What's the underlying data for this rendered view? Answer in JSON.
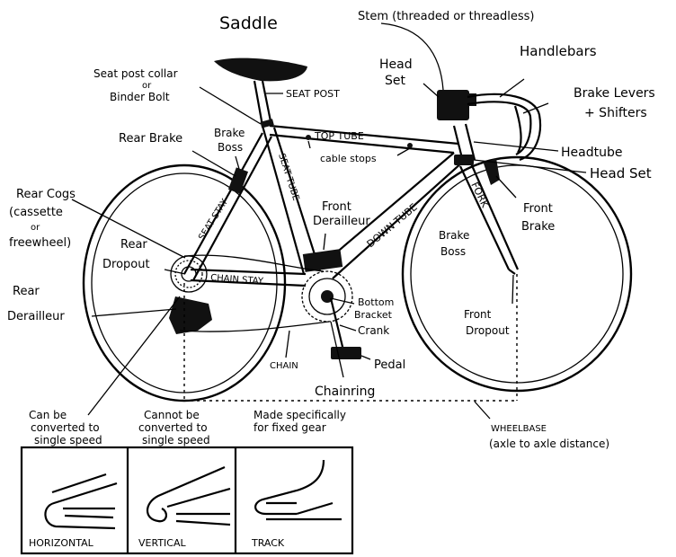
{
  "labels": {
    "saddle": "Saddle",
    "stem": "Stem (threaded or threadless)",
    "handlebars": "Handlebars",
    "head_set_top_1": "Head",
    "head_set_top_2": "Set",
    "brake_levers_1": "Brake Levers",
    "brake_levers_2": "+ Shifters",
    "seat_post_collar_1": "Seat post collar",
    "seat_post_collar_2": "or",
    "seat_post_collar_3": "Binder Bolt",
    "seat_post": "SEAT POST",
    "rear_brake": "Rear Brake",
    "brake_boss_1": "Brake",
    "brake_boss_2": "Boss",
    "top_tube": "TOP TUBE",
    "cable_stops": "cable stops",
    "head_tube": "Headtube",
    "head_set_lower": "Head Set",
    "rear_cogs_1": "Rear Cogs",
    "rear_cogs_2": "(cassette",
    "rear_cogs_3": "or",
    "rear_cogs_4": "freewheel)",
    "seat_stay": "SEAT STAY",
    "seat_tube": "SEAT TUBE",
    "front_derailleur_1": "Front",
    "front_derailleur_2": "Derailleur",
    "down_tube": "DOWN TUBE",
    "fork": "FORK",
    "front_brake_1": "Front",
    "front_brake_2": "Brake",
    "fork_brake_boss_1": "Brake",
    "fork_brake_boss_2": "Boss",
    "rear_dropout_1": "Rear",
    "rear_dropout_2": "Dropout",
    "chain_stay": "CHAIN STAY",
    "rear_derailleur_1": "Rear",
    "rear_derailleur_2": "Derailleur",
    "bottom_bracket_1": "Bottom",
    "bottom_bracket_2": "Bracket",
    "crank": "Crank",
    "front_dropout_1": "Front",
    "front_dropout_2": "Dropout",
    "chain": "CHAIN",
    "pedal": "Pedal",
    "chainring": "Chainring",
    "wheelbase_1": "WHEELBASE",
    "wheelbase_2": "(axle to axle distance)"
  },
  "dropouts": [
    {
      "note_1": "Can be",
      "note_2": "converted to",
      "note_3": "single speed",
      "caption": "HORIZONTAL"
    },
    {
      "note_1": "Cannot be",
      "note_2": "converted to",
      "note_3": "single speed",
      "caption": "VERTICAL"
    },
    {
      "note_1": "Made specifically",
      "note_2": "for fixed gear",
      "note_3": "",
      "caption": "TRACK"
    }
  ]
}
